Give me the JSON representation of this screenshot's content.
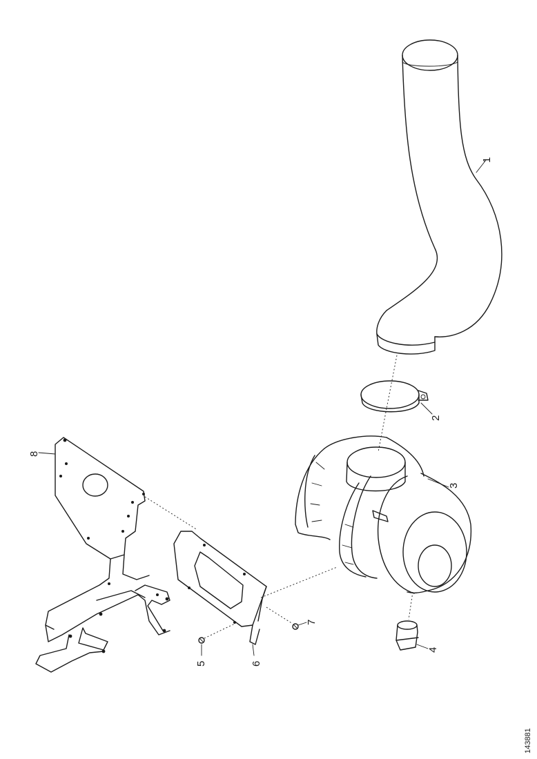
{
  "callouts": [
    "1",
    "2",
    "3",
    "4",
    "5",
    "6",
    "7",
    "8"
  ],
  "reference_code": "143881"
}
